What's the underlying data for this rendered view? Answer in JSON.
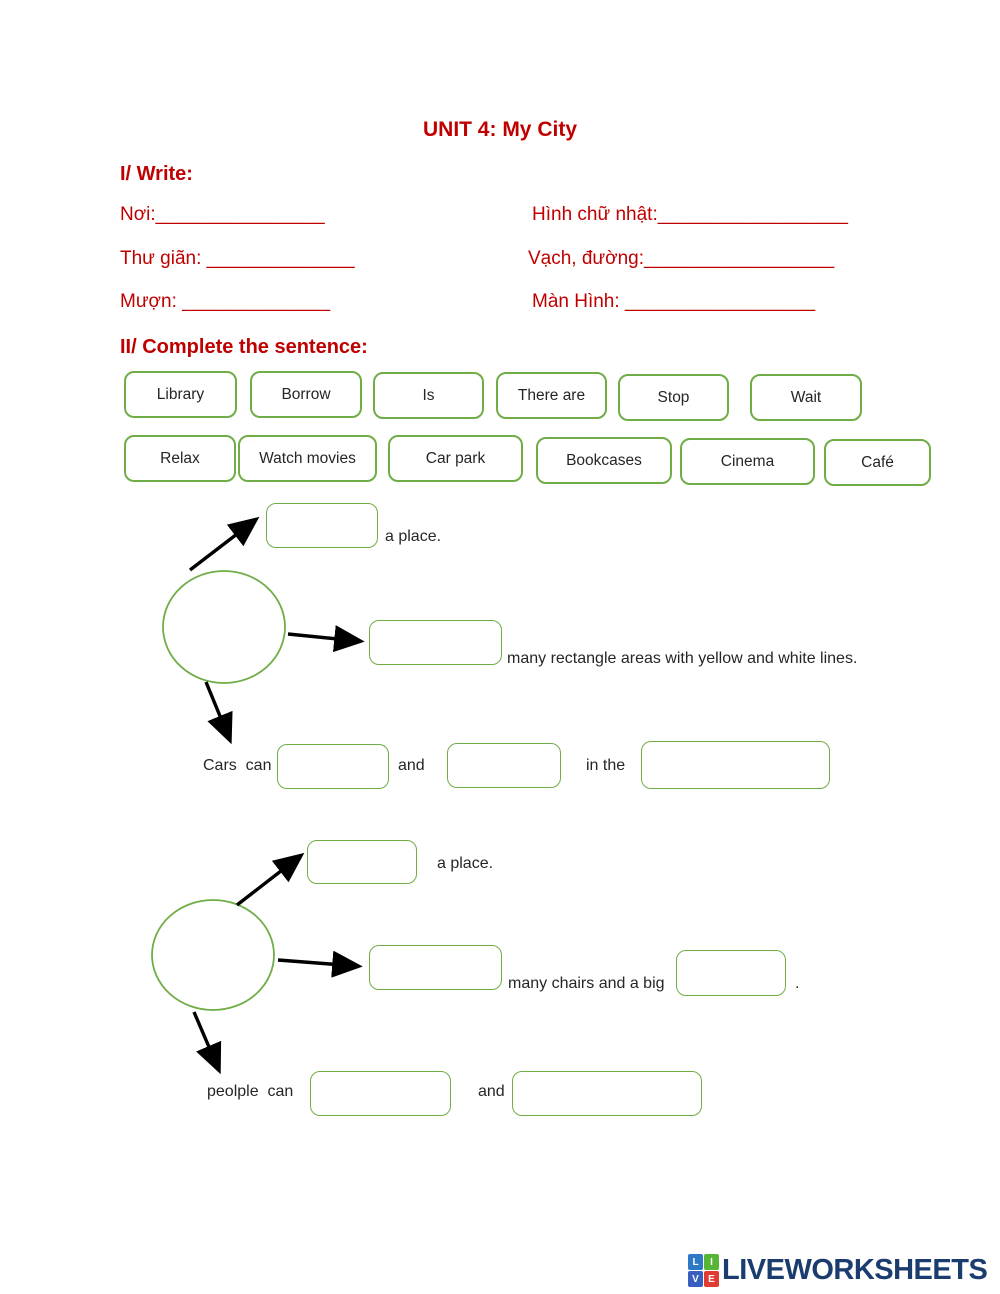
{
  "page": {
    "title": "UNIT 4: My City"
  },
  "section_write": {
    "heading": "I/ Write:",
    "rows": [
      {
        "left": "Nơi:________________",
        "right": "Hình chữ nhật:__________________"
      },
      {
        "left": "Thư giãn: ______________",
        "right": "Vạch, đường:__________________"
      },
      {
        "left": "Mượn: ______________",
        "right": "Màn Hình: __________________"
      }
    ]
  },
  "section_complete": {
    "heading": "II/ Complete the sentence:",
    "word_bank_row1": [
      "Library",
      "Borrow",
      "Is",
      "There are",
      "Stop",
      "Wait"
    ],
    "word_bank_row2": [
      "Relax",
      "Watch movies",
      "Car park",
      "Bookcases",
      "Cinema",
      "Café"
    ]
  },
  "diagram1": {
    "line1_text": "a place.",
    "line2_text": "many rectangle areas with yellow and white lines.",
    "line3_prefix": "Cars  can",
    "line3_and": "and",
    "line3_inthe": "in the"
  },
  "diagram2": {
    "line1_text": "a place.",
    "line2_text": "many chairs and a big",
    "line2_period": ".",
    "line3_prefix": "peolple  can",
    "line3_and": "and"
  },
  "footer": {
    "logo_text": "LIVEWORKSHEETS",
    "logo_squares": [
      "L",
      "I",
      "V",
      "E"
    ]
  },
  "colors": {
    "accent_red": "#c00000",
    "box_green": "#70ad47",
    "logo_navy": "#1b3c6e",
    "logo_blue": "#2e79c6",
    "logo_green": "#56b535",
    "logo_blue2": "#3b5fc0",
    "logo_red": "#e03c31"
  }
}
